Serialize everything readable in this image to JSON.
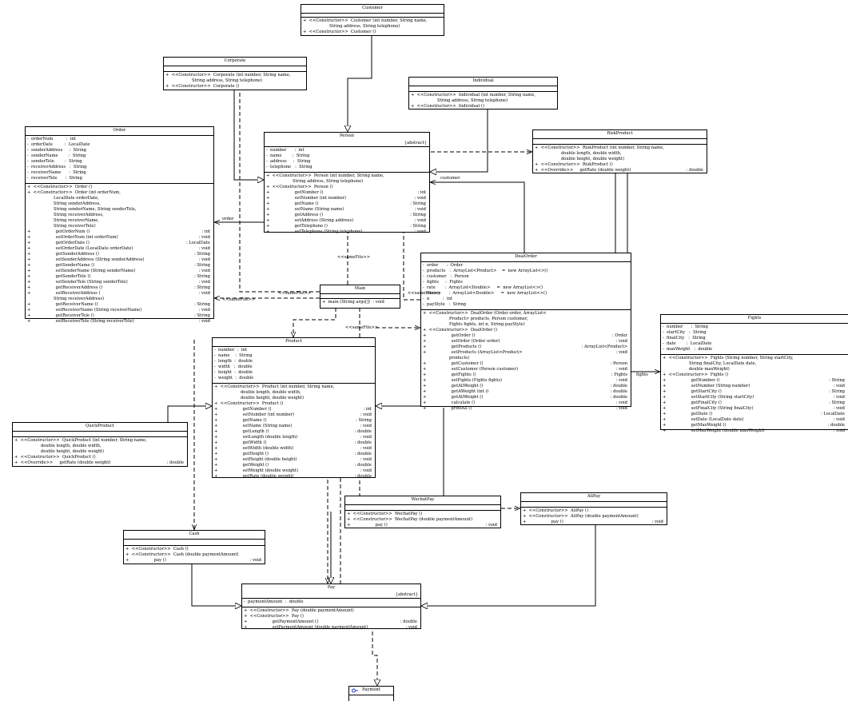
{
  "classes": {
    "customer": {
      "name": "Customer",
      "ops": [
        {
          "text": "+  <<Constructor>>  Customer (int number, String name,",
          "type": ""
        },
        {
          "text": "                    String address, String telephone)",
          "type": ""
        },
        {
          "text": "+  <<Constructor>>  Customer ()",
          "type": ""
        }
      ]
    },
    "corporate": {
      "name": "Corporate",
      "ops": [
        {
          "text": "+  <<Constructor>>  Corporate (int number, String name,",
          "type": ""
        },
        {
          "text": "                    String address, String telephone)",
          "type": ""
        },
        {
          "text": "+  <<Constructor>>  Corporate ()",
          "type": ""
        }
      ]
    },
    "individual": {
      "name": "Individual",
      "ops": [
        {
          "text": "+  <<Constructor>>  Individual (int number, String name,",
          "type": ""
        },
        {
          "text": "                    String address, String telephone)",
          "type": ""
        },
        {
          "text": "+  <<Constructor>>  Individual ()",
          "type": ""
        }
      ]
    },
    "person": {
      "name": "Person",
      "stereo": "{abstract}",
      "attrs": [
        {
          "text": "-  number      :  int",
          "type": ""
        },
        {
          "text": "-  name        :  String",
          "type": ""
        },
        {
          "text": "-  address     :  String",
          "type": ""
        },
        {
          "text": "-  telephone   :  String",
          "type": ""
        }
      ],
      "ops": [
        {
          "text": "+  <<Constructor>>  Person (int number, String name,",
          "type": ""
        },
        {
          "text": "                    String address, String telephone)",
          "type": ""
        },
        {
          "text": "+  <<Constructor>>  Person ()",
          "type": ""
        },
        {
          "text": "+                   getNumber ()",
          "type": ": int"
        },
        {
          "text": "+                   setNumber (int number)",
          "type": ": void"
        },
        {
          "text": "+                   getName ()",
          "type": ": String"
        },
        {
          "text": "+                   setName (String name)",
          "type": ": void"
        },
        {
          "text": "+                   getAddress ()",
          "type": ": String"
        },
        {
          "text": "+                   setAddress (String address)",
          "type": ": void"
        },
        {
          "text": "+                   getTelephone ()",
          "type": ": String"
        },
        {
          "text": "+                   setTelephone (String telephone)",
          "type": ": void"
        }
      ]
    },
    "riskproduct": {
      "name": "RiskProduct",
      "ops": [
        {
          "text": "+  <<Constructor>>  RiskProduct (int number, String name,",
          "type": ""
        },
        {
          "text": "                    double length, double width,",
          "type": ""
        },
        {
          "text": "                    double height, double weight)",
          "type": ""
        },
        {
          "text": "+  <<Constructor>>  RiskProduct ()",
          "type": ""
        },
        {
          "text": "+  <<Override>>     getRate (double weight)",
          "type": ": double"
        }
      ]
    },
    "order": {
      "name": "Order",
      "attrs": [
        {
          "text": "-  orderNum          :  int",
          "type": ""
        },
        {
          "text": "-  orderDate         :  LocalDate",
          "type": ""
        },
        {
          "text": "-  senderAddress     :  String",
          "type": ""
        },
        {
          "text": "-  senderName        :  String",
          "type": ""
        },
        {
          "text": "-  senderTele        :  String",
          "type": ""
        },
        {
          "text": "-  receiverAddress   :  String",
          "type": ""
        },
        {
          "text": "-  receiverName      :  String",
          "type": ""
        },
        {
          "text": "-  receiverTele      :  String",
          "type": ""
        }
      ],
      "ops": [
        {
          "text": "+  <<Constructor>>  Order ()",
          "type": ""
        },
        {
          "text": "+  <<Constructor>>  Order (int orderNum,",
          "type": ""
        },
        {
          "text": "                    LocalDate orderDate,",
          "type": ""
        },
        {
          "text": "                    String senderAddress,",
          "type": ""
        },
        {
          "text": "                    String senderName, String senderTele,",
          "type": ""
        },
        {
          "text": "                    String receiverAddress,",
          "type": ""
        },
        {
          "text": "                    String receiverName,",
          "type": ""
        },
        {
          "text": "                    String receiverTele)",
          "type": ""
        },
        {
          "text": "+                   getOrderNum ()",
          "type": ": int"
        },
        {
          "text": "+                   setOrderNum (int orderNum)",
          "type": ": void"
        },
        {
          "text": "+                   getOrderDate ()",
          "type": ": LocalDate"
        },
        {
          "text": "+                   setOrderDate (LocalDate orderDate)",
          "type": ": void"
        },
        {
          "text": "+                   getSenderAddress ()",
          "type": ": String"
        },
        {
          "text": "+                   setSenderAddress (String senderAddress)",
          "type": ": void"
        },
        {
          "text": "+                   getSenderName ()",
          "type": ": String"
        },
        {
          "text": "+                   setSenderName (String senderName)",
          "type": ": void"
        },
        {
          "text": "+                   getSenderTele ()",
          "type": ": String"
        },
        {
          "text": "+                   setSenderTele (String senderTele)",
          "type": ": void"
        },
        {
          "text": "+                   getReceiverAddress ()",
          "type": ": String"
        },
        {
          "text": "+                   setReceiverAddress (",
          "type": ": void"
        },
        {
          "text": "                    String receiverAddress)",
          "type": ""
        },
        {
          "text": "+                   getReceiverName ()",
          "type": ": String"
        },
        {
          "text": "+                   setReceiverName (String receiverName)",
          "type": ": void"
        },
        {
          "text": "+                   getReceiverTele ()",
          "type": ": String"
        },
        {
          "text": "+                   setReceiverTele (String receiverTele)",
          "type": ": void"
        }
      ]
    },
    "main": {
      "name": "Main",
      "ops": [
        {
          "text": "+  main (String args[])  : void",
          "type": ""
        }
      ]
    },
    "dealorder": {
      "name": "DealOrder",
      "attrs": [
        {
          "text": "-  order      :  Order",
          "type": ""
        },
        {
          "text": "-  products   :  ArrayList<Product>    =  new ArrayList<>()",
          "type": ""
        },
        {
          "text": "-  customer   :  Person",
          "type": ""
        },
        {
          "text": "-  fights     :  Fights",
          "type": ""
        },
        {
          "text": "-  rate       :  ArrayList<Double>     =  new ArrayList<>()",
          "type": ""
        },
        {
          "text": "-  money      :  ArrayList<Double>     =  new ArrayList<>()",
          "type": ""
        },
        {
          "text": "-  n          :  int",
          "type": ""
        },
        {
          "text": "-  payStyle   :  String",
          "type": ""
        }
      ],
      "ops": [
        {
          "text": "+  <<Constructor>>  DealOrder (Order order, ArrayList<",
          "type": ""
        },
        {
          "text": "                    Product> products, Person customer,",
          "type": ""
        },
        {
          "text": "                    Fights fights, int n, String payStyle)",
          "type": ""
        },
        {
          "text": "+  <<Constructor>>  DealOrder ()",
          "type": ""
        },
        {
          "text": "+                   getOrder ()",
          "type": ": Order"
        },
        {
          "text": "+                   setOrder (Order order)",
          "type": ": void"
        },
        {
          "text": "+                   getProducts ()",
          "type": ": ArrayList<Product>"
        },
        {
          "text": "+                   setProducts (ArrayList<Product>",
          "type": ": void"
        },
        {
          "text": "                    products)",
          "type": ""
        },
        {
          "text": "+                   getCustomer ()",
          "type": ": Person"
        },
        {
          "text": "+                   setCustomer (Person customer)",
          "type": ": void"
        },
        {
          "text": "+                   getFights ()",
          "type": ": Fights"
        },
        {
          "text": "+                   setFights (Fights fights)",
          "type": ": void"
        },
        {
          "text": "+                   getAllWeight ()",
          "type": ": double"
        },
        {
          "text": "+                   getAWeight (int i)",
          "type": ": double"
        },
        {
          "text": "+                   getAllWeight ()",
          "type": ": double"
        },
        {
          "text": "+                   calculate ()",
          "type": ": void"
        },
        {
          "text": "+                   printAll ()",
          "type": ": void"
        }
      ]
    },
    "fights": {
      "name": "Fights",
      "attrs": [
        {
          "text": "-  number      :  String",
          "type": ""
        },
        {
          "text": "-  startCity   :  String",
          "type": ""
        },
        {
          "text": "-  finalCity   :  String",
          "type": ""
        },
        {
          "text": "-  date        :  LocalDate",
          "type": ""
        },
        {
          "text": "-  maxWeight   :  double",
          "type": ""
        }
      ],
      "ops": [
        {
          "text": "+  <<Constructor>>  Fights (String number, String startCity,",
          "type": ""
        },
        {
          "text": "                    String finalCity, LocalDate date,",
          "type": ""
        },
        {
          "text": "                    double maxWeight)",
          "type": ""
        },
        {
          "text": "+  <<Constructor>>  Fights ()",
          "type": ""
        },
        {
          "text": "+                   getNumber ()",
          "type": ": String"
        },
        {
          "text": "+                   setNumber (String number)",
          "type": ": void"
        },
        {
          "text": "+                   getStartCity ()",
          "type": ": String"
        },
        {
          "text": "+                   setStartCity (String startCity)",
          "type": ": void"
        },
        {
          "text": "+                   getFinalCity ()",
          "type": ": String"
        },
        {
          "text": "+                   setFinalCity (String finalCity)",
          "type": ": void"
        },
        {
          "text": "+                   getDate ()",
          "type": ": LocalDate"
        },
        {
          "text": "+                   setDate (LocalDate date)",
          "type": ": void"
        },
        {
          "text": "+                   getMaxWeight ()",
          "type": ": double"
        },
        {
          "text": "+                   setMaxWeight (double maxWeight)",
          "type": ": void"
        }
      ]
    },
    "product": {
      "name": "Product",
      "attrs": [
        {
          "text": "-  number  :  int",
          "type": ""
        },
        {
          "text": "-  name    :  String",
          "type": ""
        },
        {
          "text": "-  length  :  double",
          "type": ""
        },
        {
          "text": "-  width   :  double",
          "type": ""
        },
        {
          "text": "-  height  :  double",
          "type": ""
        },
        {
          "text": "-  weight  :  double",
          "type": ""
        }
      ],
      "ops": [
        {
          "text": "+  <<Constructor>>  Product (int number, String name,",
          "type": ""
        },
        {
          "text": "                    double length, double width,",
          "type": ""
        },
        {
          "text": "                    double height, double weight)",
          "type": ""
        },
        {
          "text": "+  <<Constructor>>  Product ()",
          "type": ""
        },
        {
          "text": "+                   getNumber ()",
          "type": ": int"
        },
        {
          "text": "+                   setNumber (int number)",
          "type": ": void"
        },
        {
          "text": "+                   getName ()",
          "type": ": String"
        },
        {
          "text": "+                   setName (String name)",
          "type": ": void"
        },
        {
          "text": "+                   getLength ()",
          "type": ": double"
        },
        {
          "text": "+                   setLength (double length)",
          "type": ": void"
        },
        {
          "text": "+                   getWidth ()",
          "type": ": double"
        },
        {
          "text": "+                   setWidth (double width)",
          "type": ": void"
        },
        {
          "text": "+                   getHeight ()",
          "type": ": double"
        },
        {
          "text": "+                   setHeight (double height)",
          "type": ": void"
        },
        {
          "text": "+                   getWeight ()",
          "type": ": double"
        },
        {
          "text": "+                   setWeight (double weight)",
          "type": ": void"
        },
        {
          "text": "+                   getRate (double weight)",
          "type": ": double"
        }
      ]
    },
    "quickproduct": {
      "name": "QuickProduct",
      "ops": [
        {
          "text": "+  <<Constructor>>  QuickProduct (int number, String name,",
          "type": ""
        },
        {
          "text": "                    double length, double width,",
          "type": ""
        },
        {
          "text": "                    double height, double weight)",
          "type": ""
        },
        {
          "text": "+  <<Constructor>>  QuickProduct ()",
          "type": ""
        },
        {
          "text": "+  <<Override>>     getRate (double weight)",
          "type": ": double"
        }
      ]
    },
    "wechatpay": {
      "name": "WechatPay",
      "ops": [
        {
          "text": "+  <<Constructor>>  WechatPay ()",
          "type": ""
        },
        {
          "text": "+  <<Constructor>>  WechatPay (double paymentAmount)",
          "type": ""
        },
        {
          "text": "+                   pay ()",
          "type": ": void"
        }
      ]
    },
    "alipay": {
      "name": "AliPay",
      "ops": [
        {
          "text": "+  <<Constructor>>  AliPay ()",
          "type": ""
        },
        {
          "text": "+  <<Constructor>>  AliPay (double paymentAmount)",
          "type": ""
        },
        {
          "text": "+                   pay ()",
          "type": ": void"
        }
      ]
    },
    "cash": {
      "name": "Cash",
      "ops": [
        {
          "text": "+  <<Constructor>>  Cash ()",
          "type": ""
        },
        {
          "text": "+  <<Constructor>>  Cash (double paymentAmount)",
          "type": ""
        },
        {
          "text": "+                   pay ()",
          "type": ": void"
        }
      ]
    },
    "pay": {
      "name": "Pay",
      "stereo": "{abstract}",
      "attrs": [
        {
          "text": "-  paymentAmount  :  double",
          "type": ""
        }
      ],
      "ops": [
        {
          "text": "+  <<Constructor>>  Pay (double paymentAmount)",
          "type": ""
        },
        {
          "text": "+  <<Constructor>>  Pay ()",
          "type": ""
        },
        {
          "text": "+                   getPaymentAmount ()",
          "type": ": double"
        },
        {
          "text": "+                   setPaymentAmount (double paymentAmount)",
          "type": ": void"
        }
      ]
    },
    "payment": {
      "name": "Payment"
    }
  },
  "labels": {
    "order": "order",
    "customer": "customer",
    "fights": "fights",
    "samefile": "<<sameFile>>"
  },
  "colors": {
    "line": "#000000",
    "interface_icon": "#1f3fbf"
  }
}
